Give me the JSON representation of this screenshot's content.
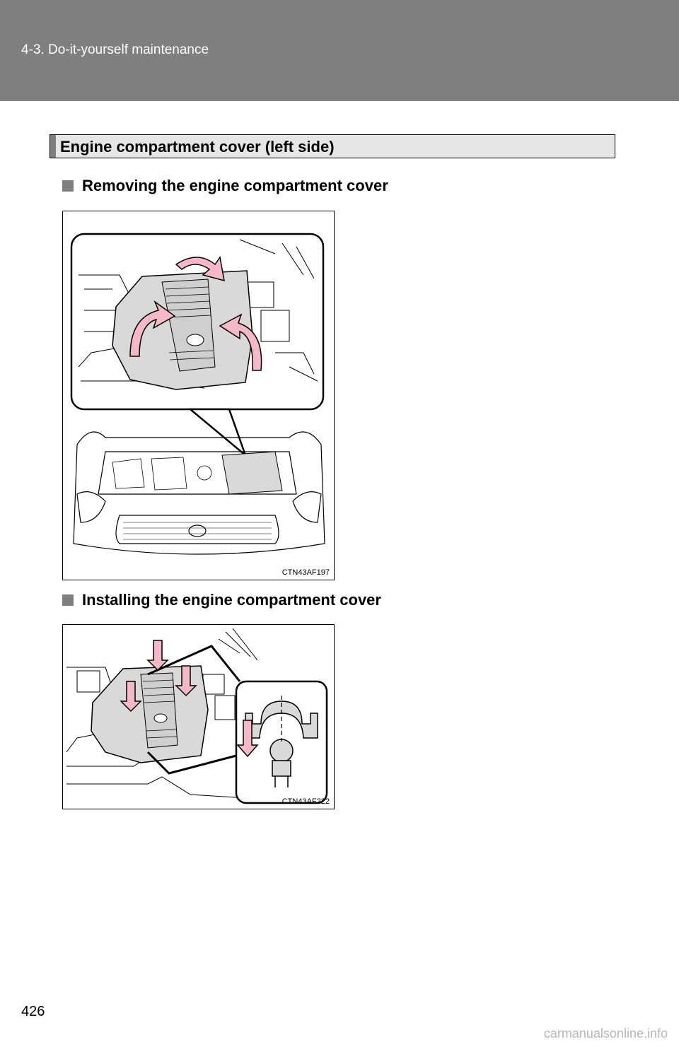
{
  "header": {
    "section": "4-3. Do-it-yourself maintenance"
  },
  "section": {
    "title": "Engine compartment cover (left side)"
  },
  "subsections": [
    {
      "heading": "Removing the engine compartment cover",
      "figure_code": "CTN43AF197"
    },
    {
      "heading": "Installing the engine compartment cover",
      "figure_code": "CTN43AF222"
    }
  ],
  "page_number": "426",
  "watermark": "carmanualsonline.info",
  "colors": {
    "header_bg": "#7f7f7f",
    "section_bg": "#e6e6e6",
    "arrow_pink": "#f4b8c8",
    "cover_gray": "#d9d9d9"
  },
  "icons": [
    "square-bullet-icon",
    "rotation-arrow-icon",
    "down-arrow-icon"
  ]
}
